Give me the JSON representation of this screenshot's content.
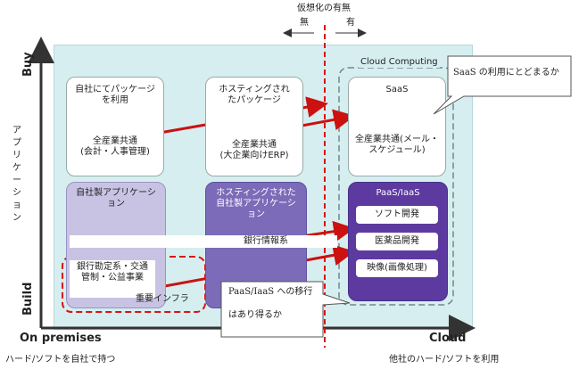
{
  "header": {
    "virtualization_label": "仮想化の有無",
    "no_label": "無",
    "yes_label": "有"
  },
  "axis": {
    "y_top": "Buy",
    "y_bottom": "Build",
    "y_title": "アプリケーション",
    "x_left": "On premises",
    "x_right": "Cloud",
    "x_left_caption": "ハード/ソフトを自社で持つ",
    "x_right_caption": "他社のハード/ソフトを利用"
  },
  "cloud_computing_label": "Cloud Computing",
  "boxes": {
    "in_house_package": {
      "title": "自社にてパッケージを利用",
      "sub": "全産業共通\n(会計・人事管理)"
    },
    "hosted_package": {
      "title": "ホスティングされたパッケージ",
      "sub": "全産業共通\n(大企業向けERP)"
    },
    "saas": {
      "title": "SaaS",
      "sub": "全産業共通(メール・スケジュール)"
    },
    "in_house_app": {
      "title": "自社製アプリケーション"
    },
    "hosted_app": {
      "title": "ホスティングされた自社製アプリケーション"
    },
    "paas": {
      "title": "PaaS/IaaS",
      "items": [
        "ソフト開発",
        "医薬品開発",
        "映像(画像処理)"
      ]
    }
  },
  "bank_info_label": "銀行情報系",
  "critical_box": {
    "text": "銀行勘定系・交通管制・公益事業",
    "label": "重要インフラ"
  },
  "callouts": {
    "saas_question": "SaaS の利用にとどまるか",
    "paas_question_line1": "PaaS/IaaS への移行",
    "paas_question_line2": "はあり得るか"
  },
  "colors": {
    "background": "#d6eef0",
    "arrow": "#cc1111",
    "purple_light": "#c9c3e3",
    "purple_dark": "#7b6bb8"
  }
}
